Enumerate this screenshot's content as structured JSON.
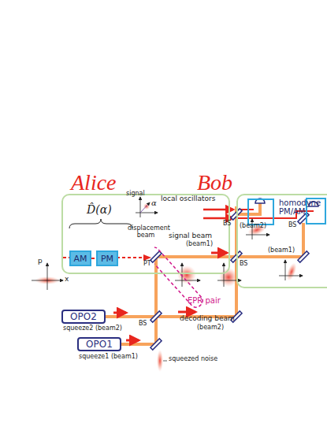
{
  "diagram": {
    "nodes": [
      {
        "text": [
          "Alice"
        ]
      },
      {
        "text": [
          "AM"
        ],
        "in": 0
      },
      {
        "text": [
          "PM"
        ],
        "in": 0
      },
      {
        "text": [
          "Bob"
        ]
      },
      {
        "text": [
          "homodyne PM/AM"
        ],
        "in": 3
      },
      {
        "text": [
          "EPR pair"
        ]
      },
      {
        "text": [
          "OPO2"
        ]
      },
      {
        "text": [
          "OPO1"
        ]
      }
    ],
    "edges": [
      {
        "from": 1,
        "to": 2,
        "arrow": "none"
      }
    ],
    "labels": [
      "signal",
      "α",
      "D̂(α)",
      "displacement beam",
      "signal beam",
      "(beam1)",
      "PT",
      "local oscillators",
      "BS",
      "(beam2)",
      "BS",
      "(beam1)",
      "BS",
      "p",
      "x",
      "squeeze2 (beam2)",
      "BS",
      "squeeze1 (beam1)",
      "squeezed noise",
      "decoding beam",
      "(beam2)"
    ]
  }
}
